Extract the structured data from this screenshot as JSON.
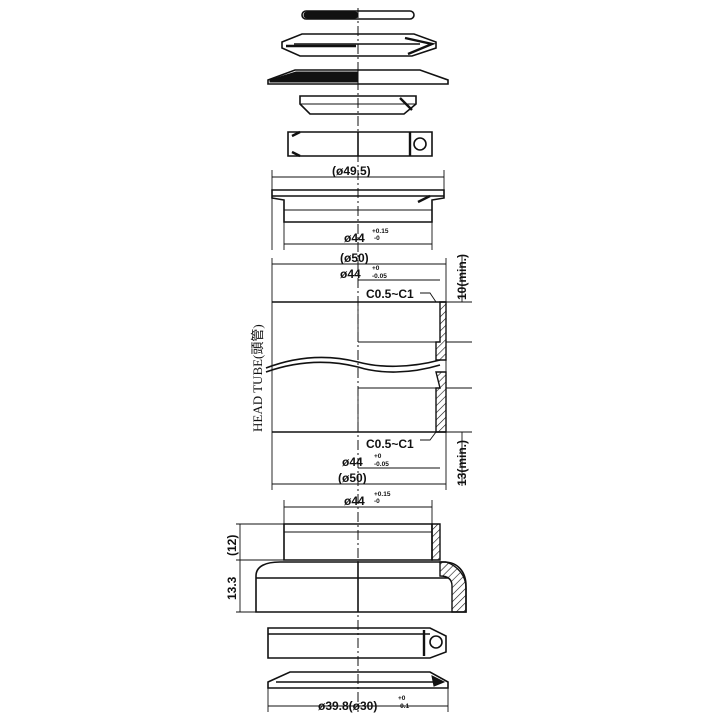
{
  "labels": {
    "upper_cup_outer": "(ø49.5)",
    "upper_cup_fit": "ø44",
    "upper_cup_fit_tol_top": "+0.15",
    "upper_cup_fit_tol_bot": "-0",
    "tube_outer_top": "(ø50)",
    "tube_bore_top": "ø44",
    "tube_bore_top_tol_top": "+0",
    "tube_bore_top_tol_bot": "-0.05",
    "chamfer_top": "C0.5~C1",
    "depth_top": "10(min.)",
    "head_tube": "HEAD TUBE(頭管)",
    "chamfer_bottom": "C0.5~C1",
    "depth_bottom": "13(min.)",
    "tube_bore_bottom": "ø44",
    "tube_bore_bottom_tol_top": "+0",
    "tube_bore_bottom_tol_bot": "-0.05",
    "tube_outer_bottom": "(ø50)",
    "lower_cup_fit": "ø44",
    "lower_cup_fit_tol_top": "+0.15",
    "lower_cup_fit_tol_bot": "-0",
    "lower_cup_height": "(12)",
    "lower_cup_flange": "13.3",
    "crown_race": "ø39.8(ø30)",
    "crown_race_tol_top": "+0",
    "crown_race_tol_bot": "-0.1"
  }
}
